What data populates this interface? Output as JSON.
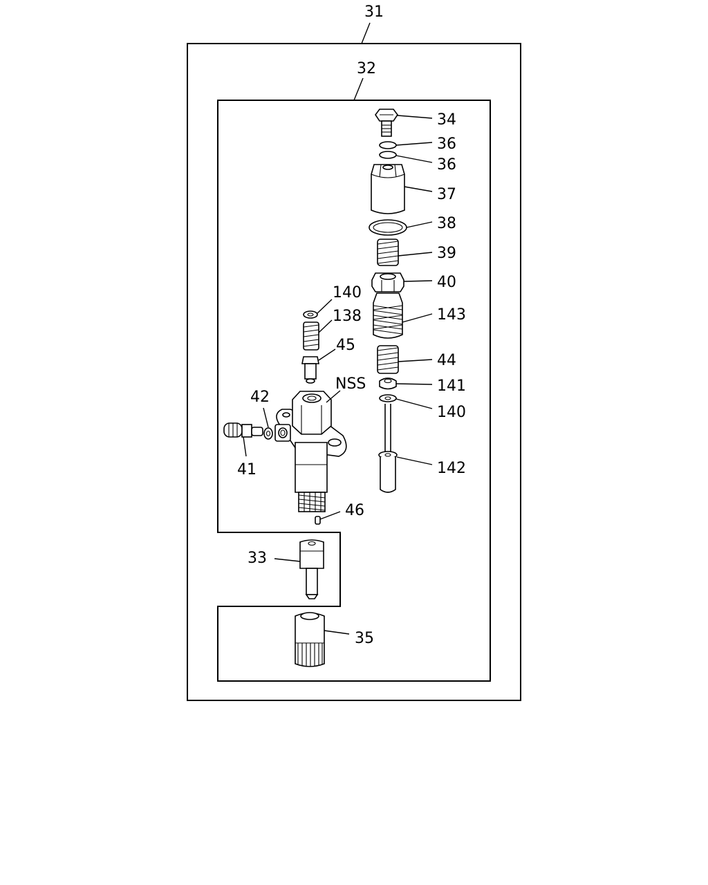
{
  "callouts": {
    "c31": "31",
    "c32": "32",
    "c34": "34",
    "c36a": "36",
    "c36b": "36",
    "c37": "37",
    "c38": "38",
    "c39": "39",
    "c40": "40",
    "c143": "143",
    "c44": "44",
    "c141": "141",
    "c140b": "140",
    "c142": "142",
    "c140a": "140",
    "c138": "138",
    "c45": "45",
    "cNSS": "NSS",
    "c42": "42",
    "c41": "41",
    "c46": "46",
    "c33": "33",
    "c35": "35"
  }
}
